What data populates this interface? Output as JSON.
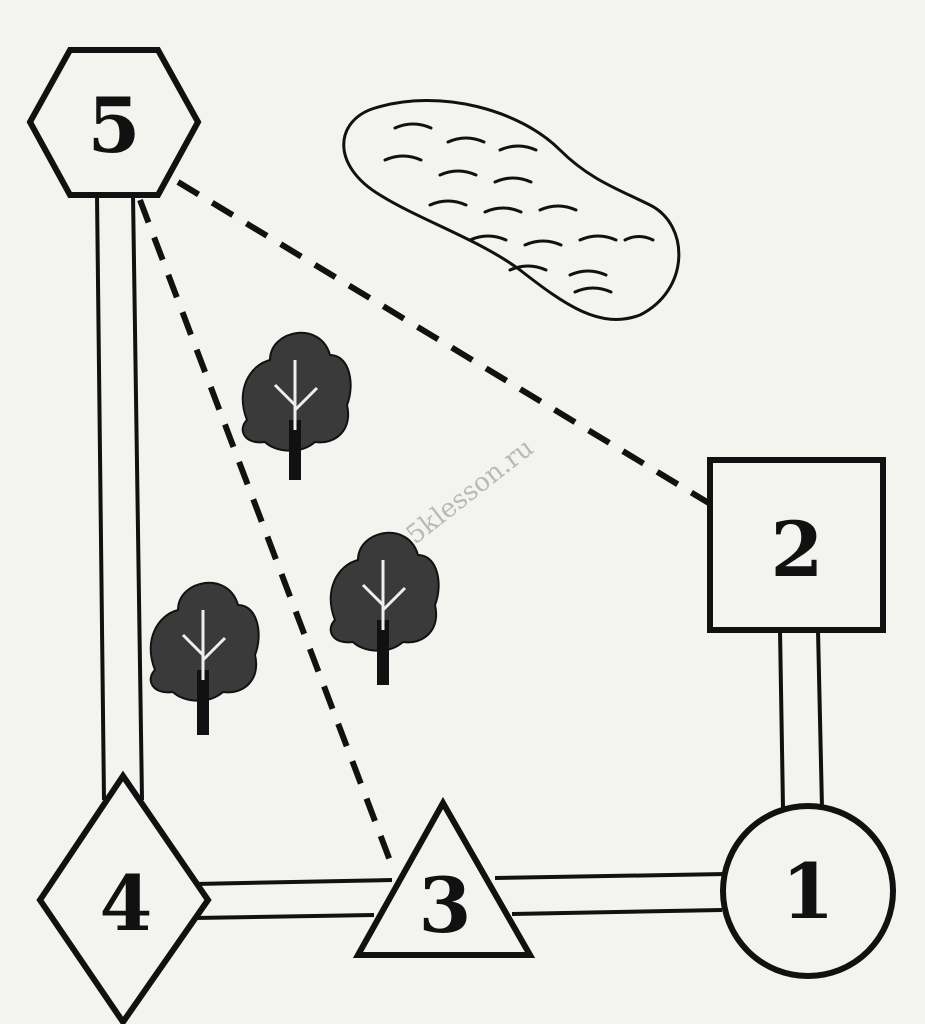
{
  "nodes": [
    {
      "id": "1",
      "label": "1",
      "shape": "circle"
    },
    {
      "id": "2",
      "label": "2",
      "shape": "square"
    },
    {
      "id": "3",
      "label": "3",
      "shape": "triangle"
    },
    {
      "id": "4",
      "label": "4",
      "shape": "diamond"
    },
    {
      "id": "5",
      "label": "5",
      "shape": "hexagon"
    }
  ],
  "roads": [
    {
      "from": "5",
      "to": "4"
    },
    {
      "from": "4",
      "to": "3"
    },
    {
      "from": "3",
      "to": "1"
    },
    {
      "from": "1",
      "to": "2"
    }
  ],
  "paths_dashed": [
    {
      "from": "5",
      "to": "2"
    },
    {
      "from": "5",
      "to": "3"
    }
  ],
  "landmarks": [
    {
      "type": "lake",
      "icon": "lake-icon"
    },
    {
      "type": "tree",
      "icon": "tree-icon",
      "count": 3
    }
  ],
  "watermark": "5klesson.ru",
  "colors": {
    "ink": "#111111",
    "tree_fill": "#3a3a3a",
    "background": "#f3f3f0"
  }
}
